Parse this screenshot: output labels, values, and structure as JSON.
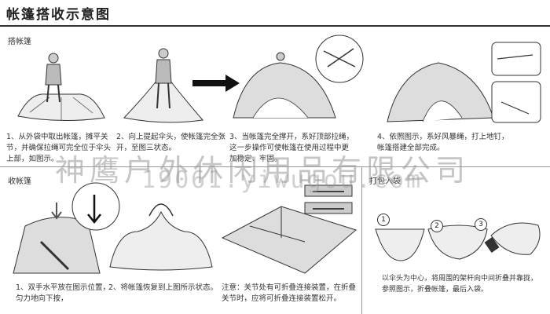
{
  "title": "帐篷搭收示意图",
  "sections": {
    "setup": "搭帐篷",
    "takedown": "收帐篷",
    "pack": "打包入袋"
  },
  "setup_steps": [
    [
      "1、从外袋中取出帐篷，摊平关",
      "节，并确保拉绳可完全位于伞头",
      "上部，如图示。"
    ],
    [
      "2、向上提起伞头，使帐篷完全张",
      "开，至图三状态。"
    ],
    [
      "3、当帐篷完全撑开，系好顶部拉绳，",
      "这一步操作可使帐篷在使用过程中更",
      "加稳定、牢固。"
    ],
    [
      "4、依照图示，系好风暴绳，打上地钉，",
      "帐篷搭建全部完成。"
    ]
  ],
  "takedown_steps": [
    [
      "1、双手水平放在图示位置，",
      "匀力地向下按，"
    ],
    [
      "2、将帐篷恢复到上图所示状态。"
    ],
    [
      "注意：关节处有可折叠连接装置，在折叠",
      "关节时，应将可折叠连接装置松开。"
    ]
  ],
  "pack_text": [
    "以伞头为中心，将周围的架杆向中间折叠并靠拢，",
    "参照图示，折叠帐篷，最后入袋。"
  ],
  "pack_numbers": [
    "1",
    "2",
    "3"
  ],
  "watermark": "神鹰户外休闲用品有限公司",
  "watermark_url": "19061.yiwugou.com"
}
